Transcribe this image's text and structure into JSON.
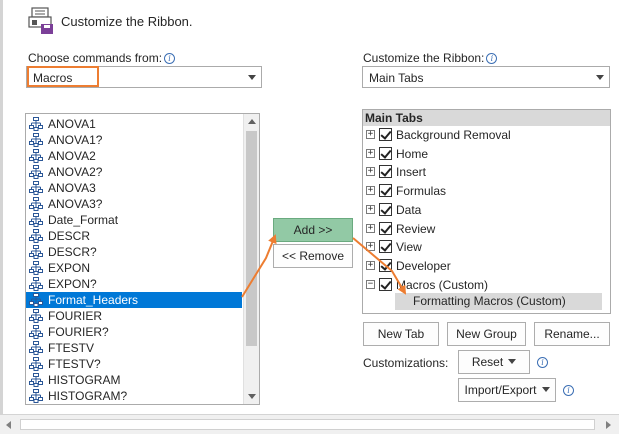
{
  "header": {
    "title": "Customize the Ribbon."
  },
  "left": {
    "label": "Choose commands from:",
    "combo_value": "Macros",
    "commands": [
      "ANOVA1",
      "ANOVA1?",
      "ANOVA2",
      "ANOVA2?",
      "ANOVA3",
      "ANOVA3?",
      "Date_Format",
      "DESCR",
      "DESCR?",
      "EXPON",
      "EXPON?",
      "Format_Headers",
      "FOURIER",
      "FOURIER?",
      "FTESTV",
      "FTESTV?",
      "HISTOGRAM",
      "HISTOGRAM?"
    ],
    "selected_command": "Format_Headers"
  },
  "middle": {
    "add_label": "Add >>",
    "remove_label": "<< Remove"
  },
  "right": {
    "label": "Customize the Ribbon:",
    "combo_value": "Main Tabs",
    "tree_header": "Main Tabs",
    "tabs": [
      {
        "label": "Background Removal",
        "expander": "+",
        "checked": true
      },
      {
        "label": "Home",
        "expander": "+",
        "checked": true
      },
      {
        "label": "Insert",
        "expander": "+",
        "checked": true
      },
      {
        "label": "Formulas",
        "expander": "+",
        "checked": true
      },
      {
        "label": "Data",
        "expander": "+",
        "checked": true
      },
      {
        "label": "Review",
        "expander": "+",
        "checked": true
      },
      {
        "label": "View",
        "expander": "+",
        "checked": true
      },
      {
        "label": "Developer",
        "expander": "+",
        "checked": true
      },
      {
        "label": "Macros (Custom)",
        "expander": "−",
        "checked": true
      }
    ],
    "new_group_item": "Formatting Macros (Custom)",
    "new_tab_label": "New Tab",
    "new_group_label": "New Group",
    "rename_label": "Rename...",
    "customizations_label": "Customizations:",
    "reset_label": "Reset",
    "import_export_label": "Import/Export"
  },
  "colors": {
    "accent": "#ed7d31",
    "selection": "#0078d7",
    "add_button": "#92c9a5",
    "group_highlight": "#d9d9d9"
  }
}
